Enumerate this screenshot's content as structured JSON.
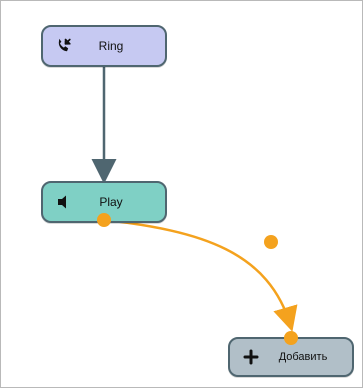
{
  "nodes": {
    "ring": {
      "label": "Ring",
      "icon": "phone-incoming-icon",
      "color": "#c6c9f2"
    },
    "play": {
      "label": "Play",
      "icon": "speaker-icon",
      "color": "#7fd0c5"
    },
    "add": {
      "label": "Добавить",
      "icon": "plus-icon",
      "color": "#b1bfc8"
    }
  },
  "colors": {
    "border": "#4f6670",
    "edge": "#4f6670",
    "accent": "#f4a21e"
  }
}
